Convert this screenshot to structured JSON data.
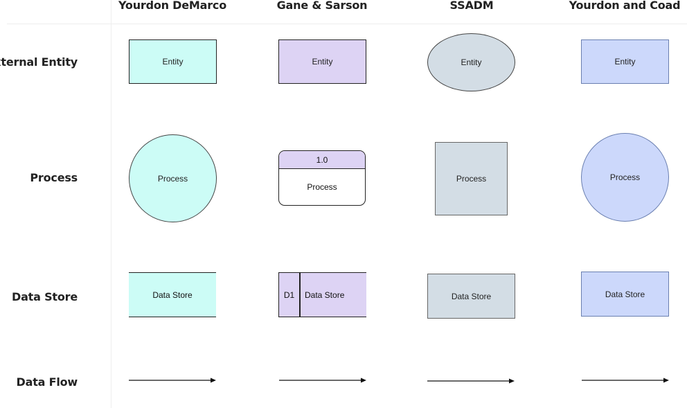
{
  "columns": [
    "Yourdon DeMarco",
    "Gane & Sarson",
    "SSADM",
    "Yourdon and Coad"
  ],
  "rows": [
    "External Entity",
    "Process",
    "Data Store",
    "Data Flow"
  ],
  "cells": {
    "yd_entity": "Entity",
    "gs_entity": "Entity",
    "ssadm_entity": "Entity",
    "yc_entity": "Entity",
    "yd_process": "Process",
    "gs_process_id": "1.0",
    "gs_process": "Process",
    "ssadm_process": "Process",
    "yc_process": "Process",
    "yd_store": "Data Store",
    "gs_store_id": "D1",
    "gs_store": "Data Store",
    "ssadm_store": "Data Store",
    "yc_store": "Data Store"
  },
  "colors": {
    "yourdon_demarco": "#ccfcf6",
    "gane_sarson": "#ddd3f4",
    "ssadm": "#d3dde5",
    "yourdon_coad": "#ccd8fb"
  }
}
